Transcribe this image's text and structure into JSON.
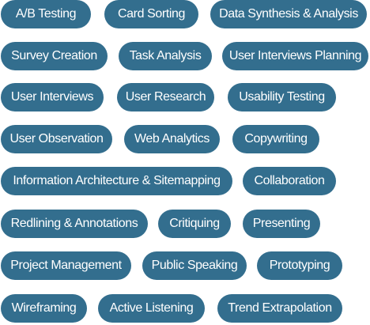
{
  "tags": [
    "A/B Testing",
    "Card Sorting",
    "Data Synthesis & Analysis",
    "Survey Creation",
    "Task Analysis",
    "User Interviews Planning",
    "User Interviews",
    "User Research",
    "Usability Testing",
    "User Observation",
    "Web Analytics",
    "Copywriting",
    "Information Architecture & Sitemapping",
    "Collaboration",
    "Redlining & Annotations",
    "Critiquing",
    "Presenting",
    "Project Management",
    "Public Speaking",
    "Prototyping",
    "Wireframing",
    "Active Listening",
    "Trend Extrapolation"
  ],
  "colors": {
    "tag_background": "#336e8e",
    "tag_text": "#ffffff",
    "page_background": "#ffffff"
  }
}
